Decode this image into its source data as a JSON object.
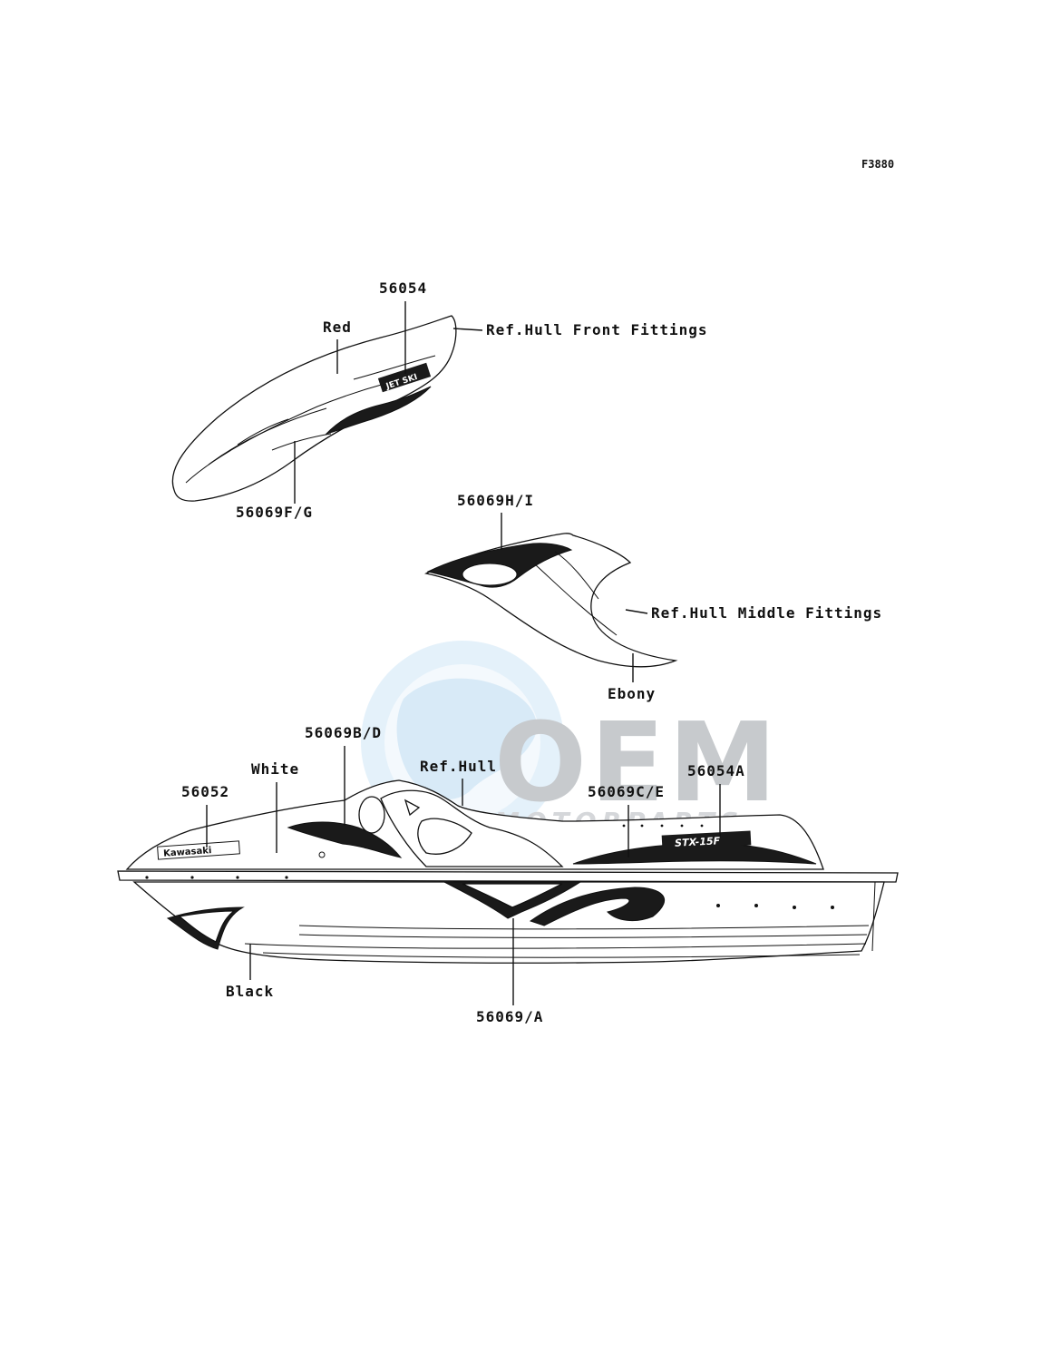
{
  "figure_code": "F3880",
  "watermark": {
    "brand": "OEM",
    "sub": "MOTORPARTS"
  },
  "callouts": {
    "p56054": "56054",
    "red": "Red",
    "ref_front": "Ref.Hull Front Fittings",
    "p56069fg": "56069F/G",
    "p56069hi": "56069H/I",
    "ref_middle": "Ref.Hull Middle Fittings",
    "ebony": "Ebony",
    "p56069bd": "56069B/D",
    "white": "White",
    "ref_hull": "Ref.Hull",
    "p56052": "56052",
    "p56069ce": "56069C/E",
    "p56054a": "56054A",
    "black": "Black",
    "p56069a": "56069/A"
  },
  "decals": {
    "kawasaki": "Kawasaki",
    "front_logo": "JET SKI",
    "side_logo": "STX-15F"
  }
}
